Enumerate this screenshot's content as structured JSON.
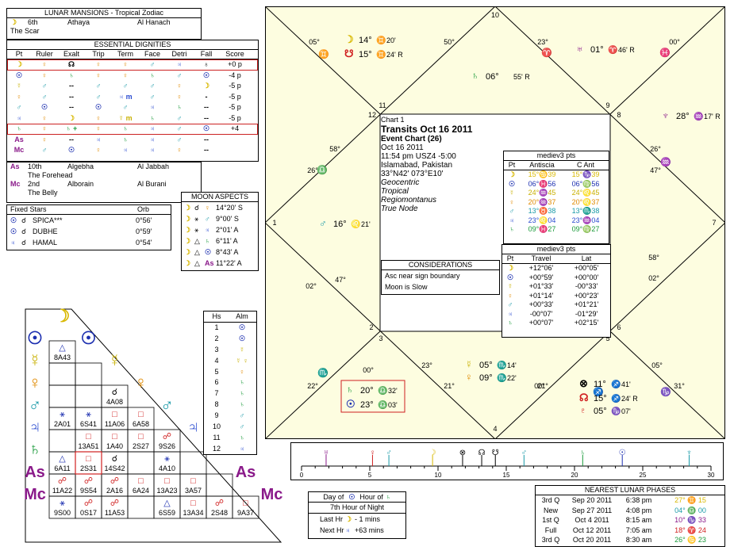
{
  "lunar_mansions": {
    "title": "LUNAR MANSIONS - Tropical Zodiac",
    "rows": [
      {
        "glyph": "☽",
        "num": "6th",
        "name": "Athaya",
        "arabic": "Al Hanach",
        "desc": "The Scar"
      },
      {
        "glyph": "As",
        "num": "10th",
        "name": "Algebha",
        "arabic": "Al Jabbah",
        "desc": "The Forehead"
      },
      {
        "glyph": "Mc",
        "num": "2nd",
        "name": "Alborain",
        "arabic": "Al Burani",
        "desc": "The Belly"
      }
    ]
  },
  "dignities": {
    "title": "ESSENTIAL DIGNITIES",
    "headers": [
      "Pt",
      "Ruler",
      "Exalt",
      "Trip",
      "Term",
      "Face",
      "Detri",
      "Fall",
      "Score"
    ],
    "rows": [
      [
        "☽",
        "♀",
        "☊",
        "♀",
        "♀",
        "♂",
        "♃",
        "♁",
        "+0 p"
      ],
      [
        "☉",
        "♀",
        "♄",
        "♀",
        "♀",
        "♄",
        "♂",
        "☉",
        "-4 p"
      ],
      [
        "☿",
        "♂",
        "--",
        "♂",
        "♂",
        "♂",
        "♀",
        "☽",
        "-5 p"
      ],
      [
        "♀",
        "♂",
        "--",
        "♂",
        "♃ m",
        "♂",
        "♀",
        "-",
        "-5 p"
      ],
      [
        "♂",
        "☉",
        "--",
        "☉",
        "♂",
        "♃",
        "♄",
        "--",
        "-5 p"
      ],
      [
        "♃",
        "♀",
        "☽",
        "♀",
        "☿ m",
        "♄",
        "♂",
        "--",
        "-5 p"
      ],
      [
        "♄",
        "♀",
        "♄ +",
        "♀",
        "♄",
        "♃",
        "♂",
        "☉",
        "+4"
      ],
      [
        "As",
        "♀",
        "--",
        "♃",
        "♄",
        "♃",
        "♂",
        "--",
        ""
      ],
      [
        "Mc",
        "♂",
        "☉",
        "♀",
        "♃",
        "♃",
        "♀",
        "--",
        ""
      ]
    ]
  },
  "fixed_stars": {
    "title": "Fixed Stars",
    "orb_label": "Orb",
    "rows": [
      {
        "p": "☉",
        "asp": "☌",
        "star": "SPICA***",
        "orb": "0°56'"
      },
      {
        "p": "☉",
        "asp": "☌",
        "star": "DUBHE",
        "orb": "0°59'"
      },
      {
        "p": "♃",
        "asp": "☌",
        "star": "HAMAL",
        "orb": "0°54'"
      }
    ]
  },
  "moon_aspects": {
    "title": "MOON ASPECTS",
    "rows": [
      {
        "a": "☽",
        "asp": "☌",
        "b": "♀",
        "val": "14°20' S"
      },
      {
        "a": "☽",
        "asp": "⚹",
        "b": "♂",
        "val": "9°00' S"
      },
      {
        "a": "☽",
        "asp": "⚹",
        "b": "♃",
        "val": "2°01' A"
      },
      {
        "a": "☽",
        "asp": "△",
        "b": "♄",
        "val": "6°11' A"
      },
      {
        "a": "☽",
        "asp": "△",
        "b": "☉",
        "val": "8°43' A"
      },
      {
        "a": "☽",
        "asp": "△",
        "b": "As",
        "val": "11°22' A"
      }
    ]
  },
  "houses": {
    "headers": [
      "Hs",
      "Alm"
    ],
    "rows": [
      [
        "1",
        "☉"
      ],
      [
        "2",
        "☉"
      ],
      [
        "3",
        "☿"
      ],
      [
        "4",
        "☿ ♀"
      ],
      [
        "5",
        "♀"
      ],
      [
        "6",
        "♄"
      ],
      [
        "7",
        "♄"
      ],
      [
        "8",
        "♄"
      ],
      [
        "9",
        "♂"
      ],
      [
        "10",
        "♂"
      ],
      [
        "11",
        "♄"
      ],
      [
        "12",
        "♃"
      ]
    ]
  },
  "aspect_grid": {
    "planets": [
      "☽",
      "☉",
      "☿",
      "♀",
      "♂",
      "♃",
      "♄",
      "As",
      "Mc"
    ],
    "cells": [
      {
        "r": 1,
        "c": 0,
        "sym": "△",
        "txt": "8A43"
      },
      {
        "r": 3,
        "c": 2,
        "sym": "☌",
        "txt": "4A08"
      },
      {
        "r": 4,
        "c": 0,
        "sym": "⚹",
        "txt": "2A01"
      },
      {
        "r": 4,
        "c": 1,
        "sym": "⚹",
        "txt": "6S41"
      },
      {
        "r": 4,
        "c": 2,
        "sym": "□",
        "txt": "11A06"
      },
      {
        "r": 4,
        "c": 3,
        "sym": "□",
        "txt": "6A58"
      },
      {
        "r": 5,
        "c": 1,
        "sym": "□",
        "txt": "13A51"
      },
      {
        "r": 5,
        "c": 2,
        "sym": "□",
        "txt": "1A40"
      },
      {
        "r": 5,
        "c": 3,
        "sym": "□",
        "txt": "2S27"
      },
      {
        "r": 5,
        "c": 4,
        "sym": "☍",
        "txt": "9S26"
      },
      {
        "r": 6,
        "c": 0,
        "sym": "△",
        "txt": "6A11"
      },
      {
        "r": 6,
        "c": 1,
        "sym": "□",
        "txt": "2S31"
      },
      {
        "r": 6,
        "c": 2,
        "sym": "☌",
        "txt": "14S42"
      },
      {
        "r": 6,
        "c": 4,
        "sym": "⚹",
        "txt": "4A10"
      },
      {
        "r": 7,
        "c": 0,
        "sym": "☍",
        "txt": "11A22"
      },
      {
        "r": 7,
        "c": 1,
        "sym": "☍",
        "txt": "9S54"
      },
      {
        "r": 7,
        "c": 2,
        "sym": "☍",
        "txt": "2A16"
      },
      {
        "r": 7,
        "c": 3,
        "sym": "□",
        "txt": "6A24"
      },
      {
        "r": 7,
        "c": 4,
        "sym": "□",
        "txt": "13A23"
      },
      {
        "r": 7,
        "c": 5,
        "sym": "□",
        "txt": "3A57"
      },
      {
        "r": 8,
        "c": 0,
        "sym": "⚹",
        "txt": "9S00"
      },
      {
        "r": 8,
        "c": 1,
        "sym": "☍",
        "txt": "0S17"
      },
      {
        "r": 8,
        "c": 2,
        "sym": "☍",
        "txt": "11A53"
      },
      {
        "r": 8,
        "c": 4,
        "sym": "△",
        "txt": "6S59"
      },
      {
        "r": 8,
        "c": 5,
        "sym": "□",
        "txt": "13A34"
      },
      {
        "r": 8,
        "c": 6,
        "sym": "☍",
        "txt": "2S48"
      },
      {
        "r": 8,
        "c": 7,
        "sym": "□",
        "txt": "9A37"
      }
    ]
  },
  "chart": {
    "name": "Chart 1",
    "title": "Transits Oct 16 2011",
    "subtitle": "Event Chart (26)",
    "date": "Oct 16 2011",
    "time": "11:54 pm  USZ4 -5:00",
    "place": "Islamabad, Pakistan",
    "coords": "33°N42' 073°E10'",
    "system1": "Geocentric",
    "system2": "Tropical",
    "system3": "Regiomontanus",
    "system4": "True Node",
    "house_numbers": [
      "10",
      "11",
      "12",
      "1",
      "2",
      "3",
      "4",
      "5",
      "6",
      "7",
      "8",
      "9"
    ],
    "corner_degrees": [
      "05°",
      "50°",
      "23°",
      "00°",
      "58°",
      "26°",
      "47°",
      "02°",
      "00°",
      "22°",
      "05°",
      "31°",
      "23°",
      "21°",
      "47°",
      "26°",
      "02°",
      "58°",
      "21°",
      "00°"
    ],
    "positions": [
      {
        "g": "☽",
        "deg": "14°",
        "sign": "♊",
        "min": "20'"
      },
      {
        "g": "☋",
        "deg": "15°",
        "sign": "♊",
        "min": "24' R"
      },
      {
        "g": "♅",
        "deg": "01°",
        "sign": "♈",
        "min": "46' R"
      },
      {
        "g": "♄",
        "deg": "06°",
        "sign": "",
        "min": "55' R"
      },
      {
        "g": "♆",
        "deg": "28°",
        "sign": "♒",
        "min": "17' R"
      },
      {
        "g": "♂",
        "deg": "16°",
        "sign": "♌",
        "min": "21'"
      },
      {
        "g": "☿",
        "deg": "05°",
        "sign": "♏",
        "min": "14'"
      },
      {
        "g": "♀",
        "deg": "09°",
        "sign": "♏",
        "min": "22'"
      },
      {
        "g": "♄",
        "deg": "20°",
        "sign": "♎",
        "min": "32'"
      },
      {
        "g": "☉",
        "deg": "23°",
        "sign": "♎",
        "min": "03'"
      },
      {
        "g": "⊗",
        "deg": "11°",
        "sign": "♐",
        "min": "41'"
      },
      {
        "g": "☊",
        "deg": "15°",
        "sign": "♐",
        "min": "24' R"
      },
      {
        "g": "♇",
        "deg": "05°",
        "sign": "♑",
        "min": "07'"
      }
    ],
    "house_signs": [
      "♊",
      "♈",
      "♓",
      "♒",
      "♑",
      "♐",
      "♏",
      "♎",
      "♍",
      "♌"
    ]
  },
  "antiscia": {
    "title": "mediev3 pts",
    "headers": [
      "Pt",
      "Antiscia",
      "C Ant"
    ],
    "rows": [
      [
        "☽",
        "15°♋39",
        "15°♑39"
      ],
      [
        "☉",
        "06°♓56",
        "06°♍56"
      ],
      [
        "☿",
        "24°♒45",
        "24°♌45"
      ],
      [
        "♀",
        "20°♒37",
        "20°♌37"
      ],
      [
        "♂",
        "13°♉38",
        "13°♏38"
      ],
      [
        "♃",
        "23°♌04",
        "23°♒04"
      ],
      [
        "♄",
        "09°♓27",
        "09°♍27"
      ]
    ]
  },
  "considerations": {
    "title": "CONSIDERATIONS",
    "items": [
      "Asc near sign boundary",
      "Moon is Slow"
    ]
  },
  "travel": {
    "title": "mediev3 pts",
    "headers": [
      "Pt",
      "Travel",
      "Lat"
    ],
    "rows": [
      [
        "☽",
        "+12°06'",
        "+00°05'"
      ],
      [
        "☉",
        "+00°59'",
        "+00°00'"
      ],
      [
        "☿",
        "+01°33'",
        "-00°33'"
      ],
      [
        "♀",
        "+01°14'",
        "+00°23'"
      ],
      [
        "♂",
        "+00°33'",
        "+01°21'"
      ],
      [
        "♃",
        "-00°07'",
        "-01°29'"
      ],
      [
        "♄",
        "+00°07'",
        "+02°15'"
      ]
    ]
  },
  "dial": {
    "ticks": [
      "0",
      "5",
      "10",
      "15",
      "20",
      "25",
      "30"
    ]
  },
  "hour": {
    "day_of_label": "Day of",
    "hour_of_label": "Hour of",
    "hour_name": "7th Hour of Night",
    "last_label": "Last Hr",
    "last_val": "- 1 mins",
    "next_label": "Next Hr",
    "next_val": "+63 mins"
  },
  "lunar_phases": {
    "title": "NEAREST LUNAR PHASES",
    "rows": [
      [
        "3rd Q",
        "Sep 20 2011",
        "6:38 pm",
        "27° ♊ 15"
      ],
      [
        "New",
        "Sep 27 2011",
        "4:08 pm",
        "04° ♎ 00"
      ],
      [
        "1st Q",
        "Oct 4 2011",
        "8:15 am",
        "10° ♑ 33"
      ],
      [
        "Full",
        "Oct 12 2011",
        "7:05 am",
        "18° ♈ 24"
      ],
      [
        "3rd Q",
        "Oct 20 2011",
        "8:30 am",
        "26° ♋ 23"
      ]
    ]
  },
  "colors": {
    "moon": "#d8b800",
    "sun": "#1c2fb0",
    "mercury": "#c8b000",
    "venus": "#e08a00",
    "mars": "#1a9aa8",
    "jupiter": "#2a4bd0",
    "saturn": "#1a9a3a",
    "asc": "#8a1a8a",
    "chart_bg": "#fdfde0",
    "red": "#d02020",
    "green": "#1a9a3a",
    "purple": "#8a1a8a"
  }
}
